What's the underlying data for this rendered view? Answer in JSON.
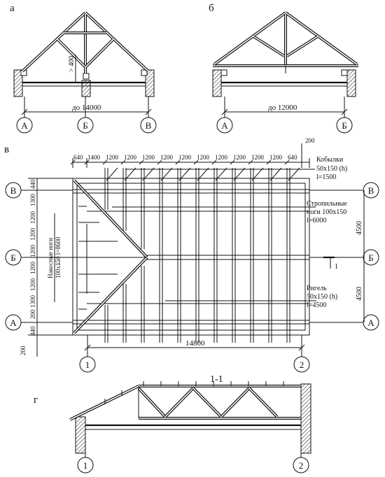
{
  "panels": {
    "a": {
      "label": "а",
      "span_label": "до 14000",
      "dim_400": "> 400",
      "axes": [
        "А",
        "Б",
        "В"
      ]
    },
    "b": {
      "label": "б",
      "span_label": "до 12000",
      "axes": [
        "А",
        "Б"
      ]
    },
    "v": {
      "label": "в",
      "top_dims": [
        "640",
        "1400",
        "1200",
        "1200",
        "1200",
        "1200",
        "1200",
        "1200",
        "1200",
        "1200",
        "1200",
        "1200",
        "640"
      ],
      "dim_200_top": "200",
      "left_dims": [
        "440",
        "1300",
        "1200",
        "1200",
        "1200",
        "1200",
        "1200",
        "1300",
        "200",
        "440"
      ],
      "dim_200_bottom": "200",
      "rafter_diag_label": "Накосные ноги",
      "rafter_diag_size": "100х150 l=8600",
      "right_dims": [
        "4500",
        "4500"
      ],
      "bottom_dim": "14800",
      "axes_rows": [
        "В",
        "Б",
        "А"
      ],
      "axes_cols": [
        "1",
        "2"
      ],
      "section_mark": "1",
      "notes": {
        "kobylki": [
          "Кобылки",
          "50х150 (h)",
          "l=1500"
        ],
        "rafters": [
          "Стропильные",
          "ноги 100х150",
          "l=6000"
        ],
        "rigel": [
          "Ригель",
          "50х150 (h)",
          "l=4500"
        ]
      }
    },
    "g": {
      "label": "г",
      "section_title": "1-1",
      "axes": [
        "1",
        "2"
      ]
    }
  }
}
